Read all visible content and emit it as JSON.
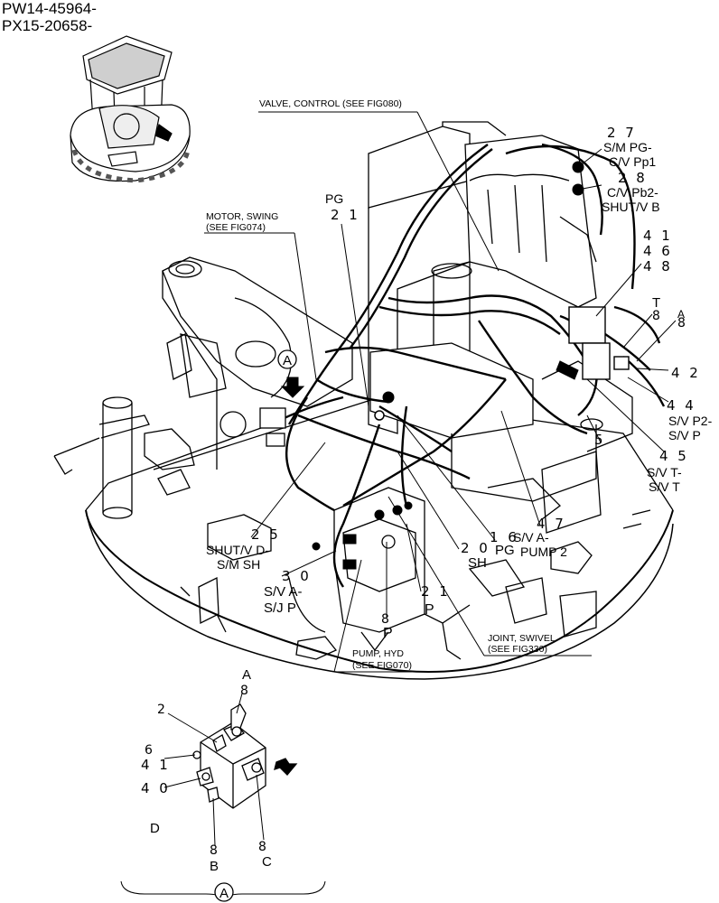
{
  "header": {
    "line1": "PW14-45964-",
    "line2": "PX15-20658-"
  },
  "callouts": {
    "valve_control": "VALVE, CONTROL (SEE FIG080)",
    "motor_swing_1": "MOTOR, SWING",
    "motor_swing_2": "(SEE FIG074)",
    "joint_swivel_1": "JOINT, SWIVEL",
    "joint_swivel_2": "(SEE FIG330)",
    "pump_hyd_1": "PUMP, HYD",
    "pump_hyd_2": "(SEE FIG070)"
  },
  "labels": {
    "n27": "2 7",
    "sm_pg": "S/M PG-",
    "cv_pp1": "C/V Pp1",
    "n28": "2 8",
    "cv_pb2": "C/V Pb2-",
    "shut_b": "SHUT/V B",
    "pg_top": "PG",
    "n21_top": "2 1",
    "n41": "4 1",
    "n46": "4 6",
    "n48": "4 8",
    "t_top": "T",
    "n8_t": "8",
    "a_top": "A",
    "n8_a": "8",
    "n42": "4 2",
    "n44": "4 4",
    "sv_p2": "S/V P2-",
    "sv_p": "S/V P",
    "n5": "5",
    "n45": "4 5",
    "sv_t": "S/V T-",
    "sv_t2": "S/V T",
    "n47": "4 7",
    "sv_a": "S/V A-",
    "pump2": "PUMP 2",
    "n16": "1 6",
    "pg_mid": "PG",
    "n20": "2 0",
    "sh": "SH",
    "n25": "2 5",
    "shut_d": "SHUT/V D-",
    "sm_sh": "S/M SH",
    "n30": "3 0",
    "sv_a2": "S/V A-",
    "sj_p": "S/J P",
    "n21_low": "2 1",
    "p_right": "P",
    "n8_p": "8",
    "p_left": "P",
    "circle_a": "A"
  },
  "detail": {
    "a": "A",
    "n8_a": "8",
    "n2": "2",
    "n6": "6",
    "n41": "4 1",
    "n40": "4 0",
    "d": "D",
    "n8_b": "8",
    "b": "B",
    "n8_c": "8",
    "c": "C",
    "circle_a": "A"
  }
}
